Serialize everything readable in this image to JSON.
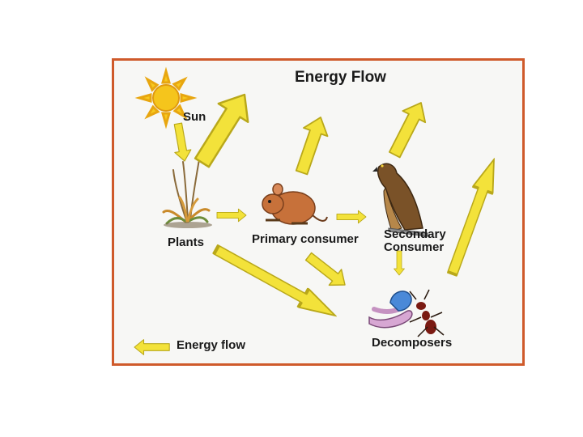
{
  "title": "Energy Flow",
  "labels": {
    "sun": "Sun",
    "plants": "Plants",
    "primary": "Primary consumer",
    "secondary": "Secondary Consumer",
    "decomposers": "Decomposers",
    "legend": "Energy flow"
  },
  "colors": {
    "frame": "#cf5a2b",
    "arrow_fill": "#f3e23a",
    "arrow_stroke": "#b9a81a",
    "sun": "#f5c51c"
  },
  "icons": [
    "sun-icon",
    "plant-icon",
    "mouse-icon",
    "hawk-icon",
    "decomposers-icon"
  ]
}
